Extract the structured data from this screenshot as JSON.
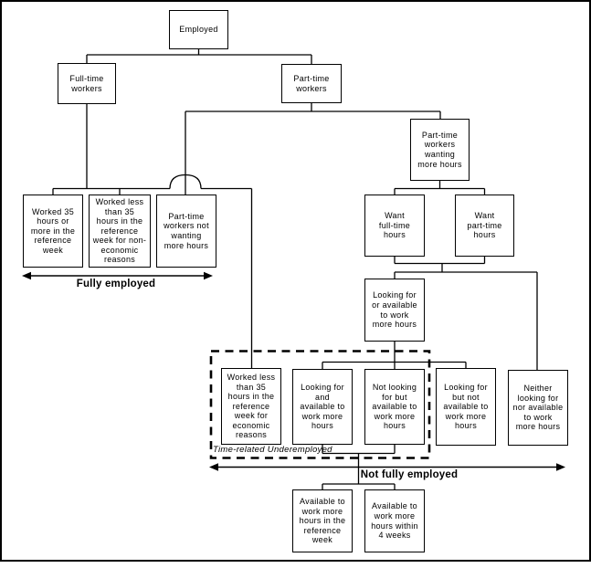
{
  "diagram": {
    "colors": {
      "line": "#000000",
      "background": "#ffffff"
    },
    "nodes": {
      "employed": "Employed",
      "full_time_workers": "Full-time\nworkers",
      "part_time_workers": "Part-time\nworkers",
      "worked_35_or_more": "Worked 35\nhours or\nmore in the\nreference\nweek",
      "worked_less_non_economic": "Worked less\nthan 35\nhours in the\nreference\nweek for non-\neconomic\nreasons",
      "pt_not_wanting_more": "Part-time\nworkers not\nwanting\nmore hours",
      "pt_wanting_more": "Part-time\nworkers\nwanting\nmore hours",
      "want_full_time": "Want\nfull-time\nhours",
      "want_part_time": "Want\npart-time\nhours",
      "looking_or_available": "Looking for\nor available\nto work\nmore hours",
      "worked_less_economic": "Worked less\nthan 35\nhours in the\nreference\nweek for\neconomic\nreasons",
      "looking_and_available": "Looking for\nand\navailable to\nwork more\nhours",
      "not_looking_but_available": "Not looking\nfor but\navailable to\nwork more\nhours",
      "looking_but_not_available": "Looking for\nbut not\navailable to\nwork more\nhours",
      "neither_looking_nor_available": "Neither\nlooking for\nnor available\nto work\nmore hours",
      "available_reference_week": "Available to\nwork more\nhours in the\nreference\nweek",
      "available_4_weeks": "Available to\nwork more\nhours within\n4 weeks"
    },
    "group_labels": {
      "fully_employed": "Fully employed",
      "not_fully_employed": "Not fully employed",
      "time_related_underemployed": "Time-related Underemployed"
    }
  }
}
